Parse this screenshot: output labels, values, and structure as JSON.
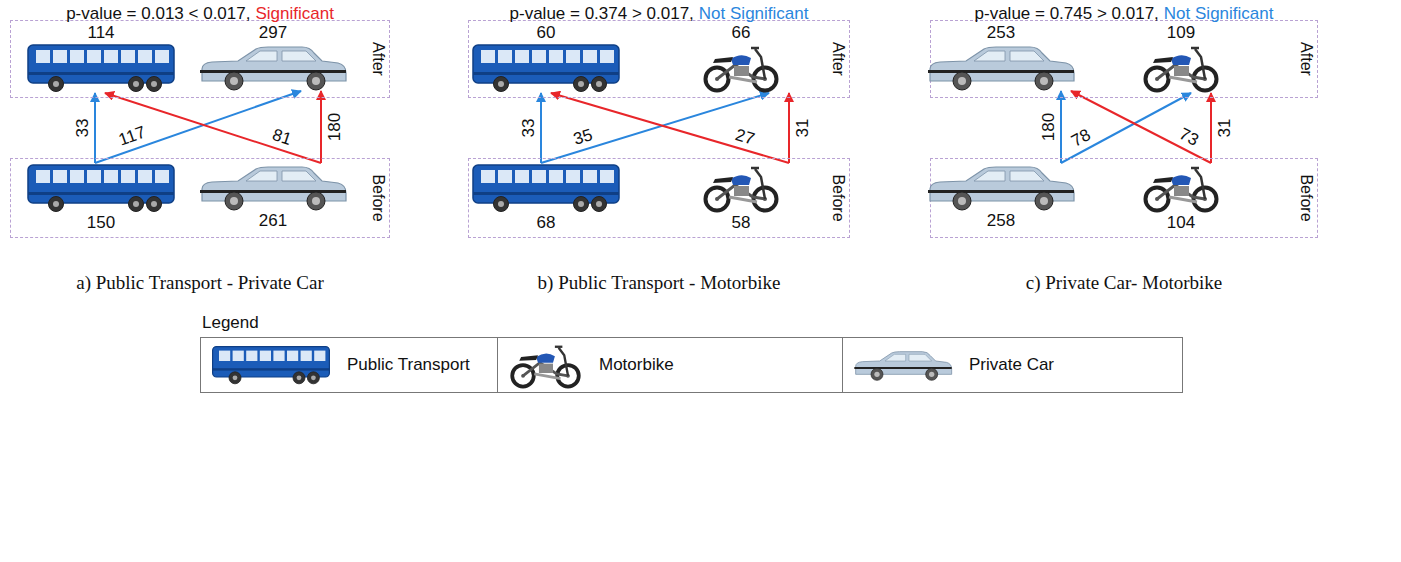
{
  "diagram": {
    "nodes": [
      {
        "text": [
          "After"
        ]
      },
      {
        "text": [
          "114"
        ],
        "in": 0
      },
      {
        "text": [
          "297"
        ],
        "in": 0
      },
      {
        "text": [
          "Before"
        ]
      },
      {
        "text": [
          "150"
        ],
        "in": 3
      },
      {
        "text": [
          "261"
        ],
        "in": 3
      },
      {
        "text": [
          "After"
        ]
      },
      {
        "text": [
          "60"
        ],
        "in": 6
      },
      {
        "text": [
          "66"
        ],
        "in": 6
      },
      {
        "text": [
          "Before"
        ]
      },
      {
        "text": [
          "68"
        ],
        "in": 9
      },
      {
        "text": [
          "58"
        ],
        "in": 9
      },
      {
        "text": [
          "After"
        ]
      },
      {
        "text": [
          "253"
        ],
        "in": 12
      },
      {
        "text": [
          "109"
        ],
        "in": 12
      },
      {
        "text": [
          "Before"
        ]
      },
      {
        "text": [
          "258"
        ],
        "in": 15
      },
      {
        "text": [
          "104"
        ],
        "in": 15
      }
    ],
    "edges": [
      {
        "from": 4,
        "to": 1,
        "arrow": "to",
        "label": "33"
      },
      {
        "from": 4,
        "to": 2,
        "arrow": "to",
        "label": "117"
      },
      {
        "from": 5,
        "to": 1,
        "arrow": "to",
        "label": "81"
      },
      {
        "from": 5,
        "to": 2,
        "arrow": "to",
        "label": "180"
      },
      {
        "from": 10,
        "to": 7,
        "arrow": "to",
        "label": "33"
      },
      {
        "from": 10,
        "to": 8,
        "arrow": "to",
        "label": "35"
      },
      {
        "from": 11,
        "to": 7,
        "arrow": "to",
        "label": "27"
      },
      {
        "from": 11,
        "to": 8,
        "arrow": "to",
        "label": "31"
      },
      {
        "from": 16,
        "to": 13,
        "arrow": "to",
        "label": "180"
      },
      {
        "from": 16,
        "to": 14,
        "arrow": "to",
        "label": "78"
      },
      {
        "from": 17,
        "to": 13,
        "arrow": "to",
        "label": "73"
      },
      {
        "from": 17,
        "to": 14,
        "arrow": "to",
        "label": "31"
      }
    ],
    "labels": [
      "p-value = 0.013 < 0.017,",
      "Significant",
      "p-value = 0.374 > 0.017,",
      "Not Significant",
      "p-value = 0.745 > 0.017,",
      "Not Significant",
      "a) Public Transport - Private Car",
      "b) Public Transport - Motorbike",
      "c) Private Car- Motorbike",
      "Legend"
    ],
    "legend": [
      {
        "text": "Public Transport"
      },
      {
        "text": "Motorbike"
      },
      {
        "text": "Private Car"
      }
    ]
  }
}
